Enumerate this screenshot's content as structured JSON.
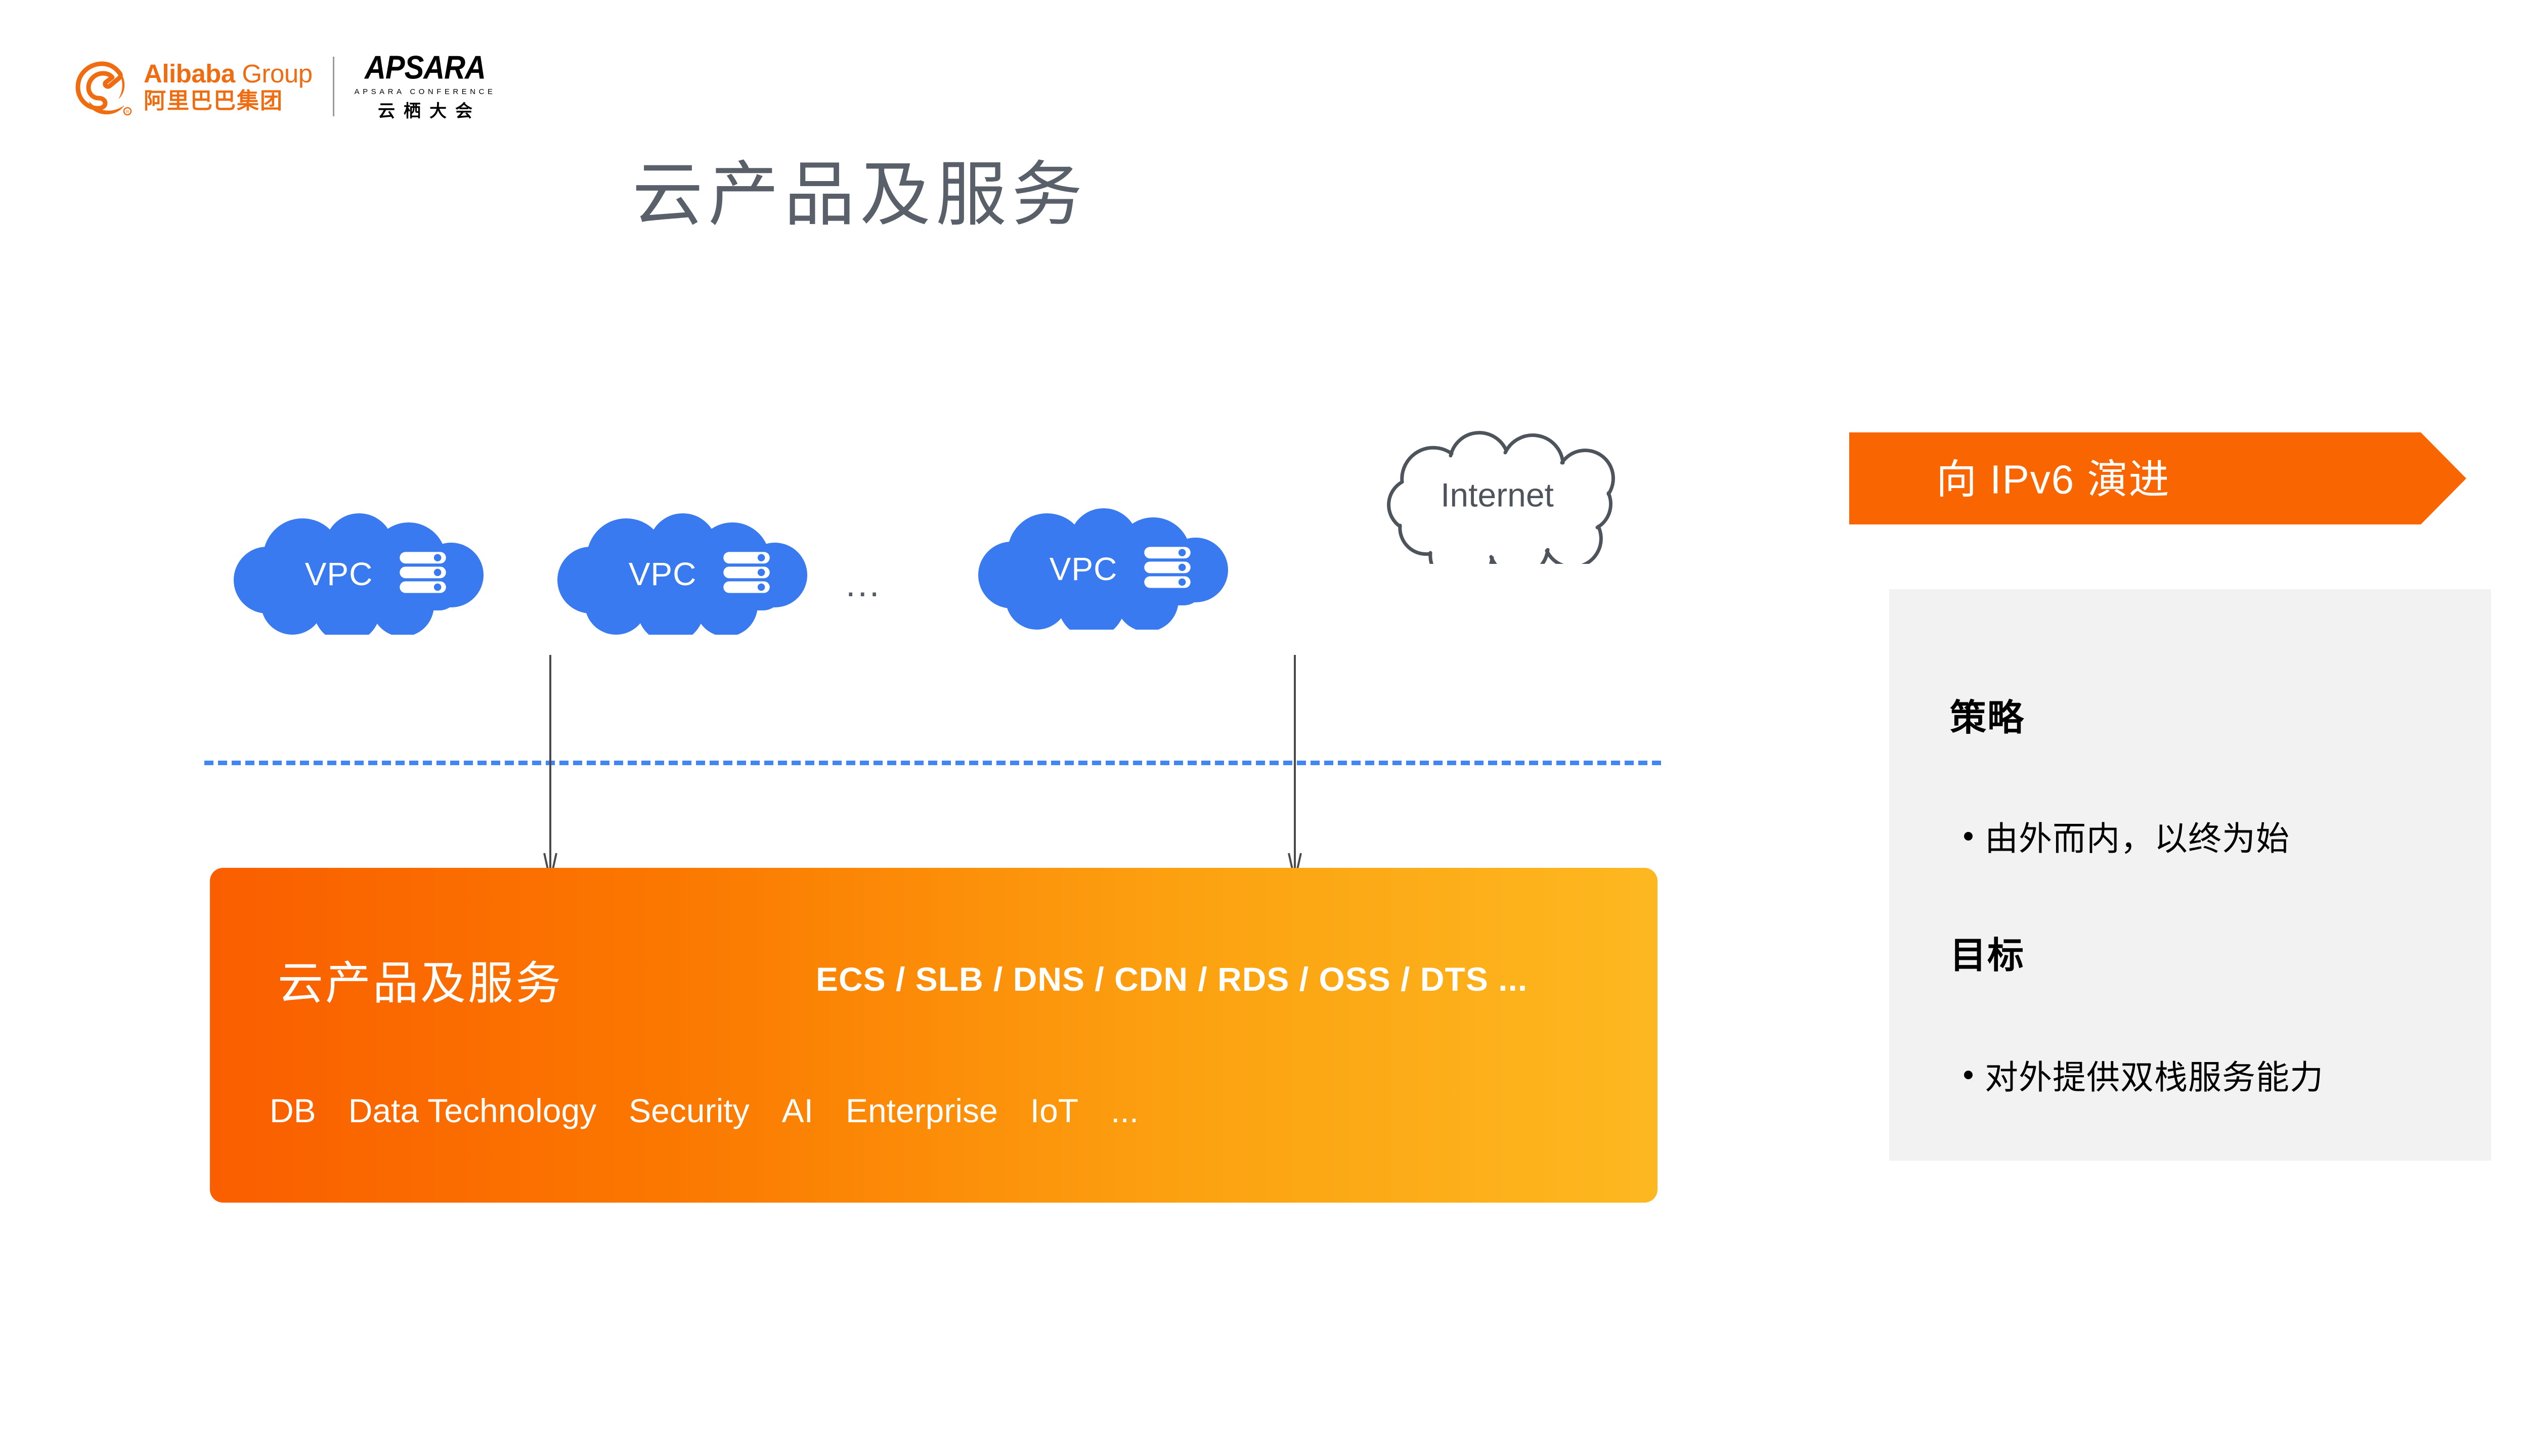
{
  "header": {
    "alibaba": {
      "name_en_main": "Alibaba",
      "name_en_suffix": "Group",
      "name_cn": "阿里巴巴集团"
    },
    "apsara": {
      "wordmark": "APSARA",
      "subtitle": "APSARA CONFERENCE",
      "name_cn": "云栖大会"
    },
    "divider_icon": "vertical-divider-icon"
  },
  "title": "云产品及服务",
  "diagram": {
    "vpc_clouds": [
      {
        "label": "VPC",
        "icon": "server-rack-icon"
      },
      {
        "label": "VPC",
        "icon": "server-rack-icon"
      },
      {
        "label": "VPC",
        "icon": "server-rack-icon"
      }
    ],
    "ellipsis": "...",
    "internet": {
      "label": "Internet",
      "icon": "cloud-outline-icon"
    },
    "arrows": [
      {
        "icon": "down-arrow-icon"
      },
      {
        "icon": "down-arrow-icon"
      }
    ],
    "boundary_icon": "dashed-boundary-line"
  },
  "services_box": {
    "title": "云产品及服务",
    "products": "ECS / SLB / DNS / CDN / RDS / OSS / DTS  ...",
    "categories": [
      "DB",
      "Data Technology",
      "Security",
      "AI",
      "Enterprise",
      "IoT",
      "..."
    ],
    "gradient_from": "#fa5e00",
    "gradient_to": "#fdb820"
  },
  "right_panel": {
    "banner": {
      "label": "向 IPv6 演进",
      "color": "#f96500",
      "icon": "chevron-banner-icon"
    },
    "sections": [
      {
        "heading": "策略",
        "bullets": [
          "由外而内，以终为始"
        ]
      },
      {
        "heading": "目标",
        "bullets": [
          "对外提供双栈服务能力"
        ]
      }
    ],
    "background": "#f2f2f2"
  },
  "colors": {
    "title_gray": "#5a6069",
    "brand_orange": "#ef6c10",
    "vpc_blue": "#3a7af0",
    "dashed_blue": "#4285f4",
    "internet_outline": "#4d545c"
  }
}
